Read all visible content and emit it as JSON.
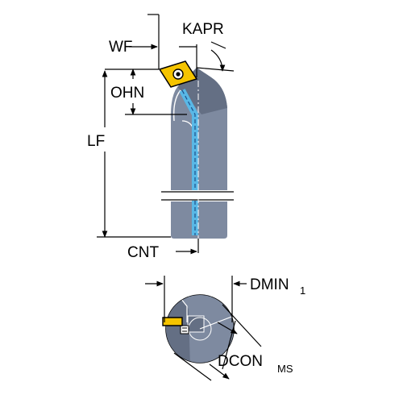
{
  "labels": {
    "wf": "WF",
    "kapr": "KAPR",
    "ohn": "OHN",
    "lf": "LF",
    "cnt": "CNT",
    "dmin": "DMIN",
    "dmin_sub": "1",
    "dcon": "DCON",
    "dcon_sub": "MS"
  },
  "colors": {
    "tool_body": "#7e8aa0",
    "tool_body_dark": "#646f84",
    "insert": "#f5c400",
    "coolant": "#59b8e6",
    "line": "#000000"
  }
}
